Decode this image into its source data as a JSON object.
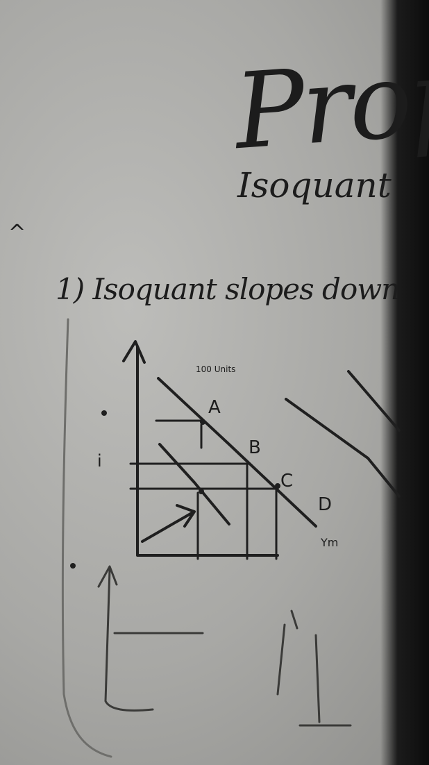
{
  "title": "Proper",
  "subtitle": "Isoquant",
  "point_1": "1) Isoquant slopes down",
  "caret_mark": "^",
  "graph": {
    "curve_label": "100 Units",
    "points": [
      "A",
      "B",
      "C",
      "D"
    ],
    "curve_end_label": "Ym",
    "tick_i": "i"
  },
  "colors": {
    "board": "#a9a9a6",
    "chalk_ink": "#1c1c1c",
    "edge": "#0c0c0c"
  }
}
